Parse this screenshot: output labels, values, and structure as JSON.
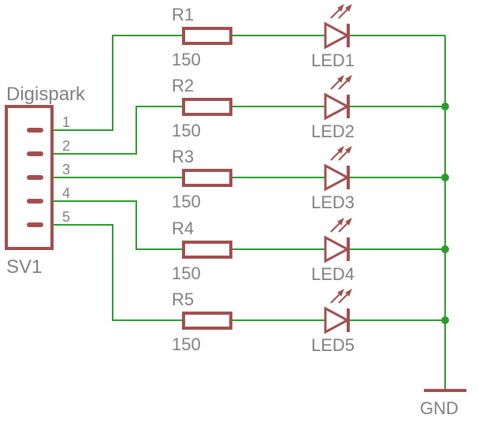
{
  "colors": {
    "wire": "#2e9a2e",
    "part": "#a05050",
    "label": "#808080",
    "background": "#ffffff"
  },
  "connector": {
    "name": "Digispark",
    "ref": "SV1",
    "pins": [
      "1",
      "2",
      "3",
      "4",
      "5"
    ]
  },
  "channels": [
    {
      "resistor": "R1",
      "value": "150",
      "led": "LED1"
    },
    {
      "resistor": "R2",
      "value": "150",
      "led": "LED2"
    },
    {
      "resistor": "R3",
      "value": "150",
      "led": "LED3"
    },
    {
      "resistor": "R4",
      "value": "150",
      "led": "LED4"
    },
    {
      "resistor": "R5",
      "value": "150",
      "led": "LED5"
    }
  ],
  "ground": {
    "label": "GND"
  }
}
